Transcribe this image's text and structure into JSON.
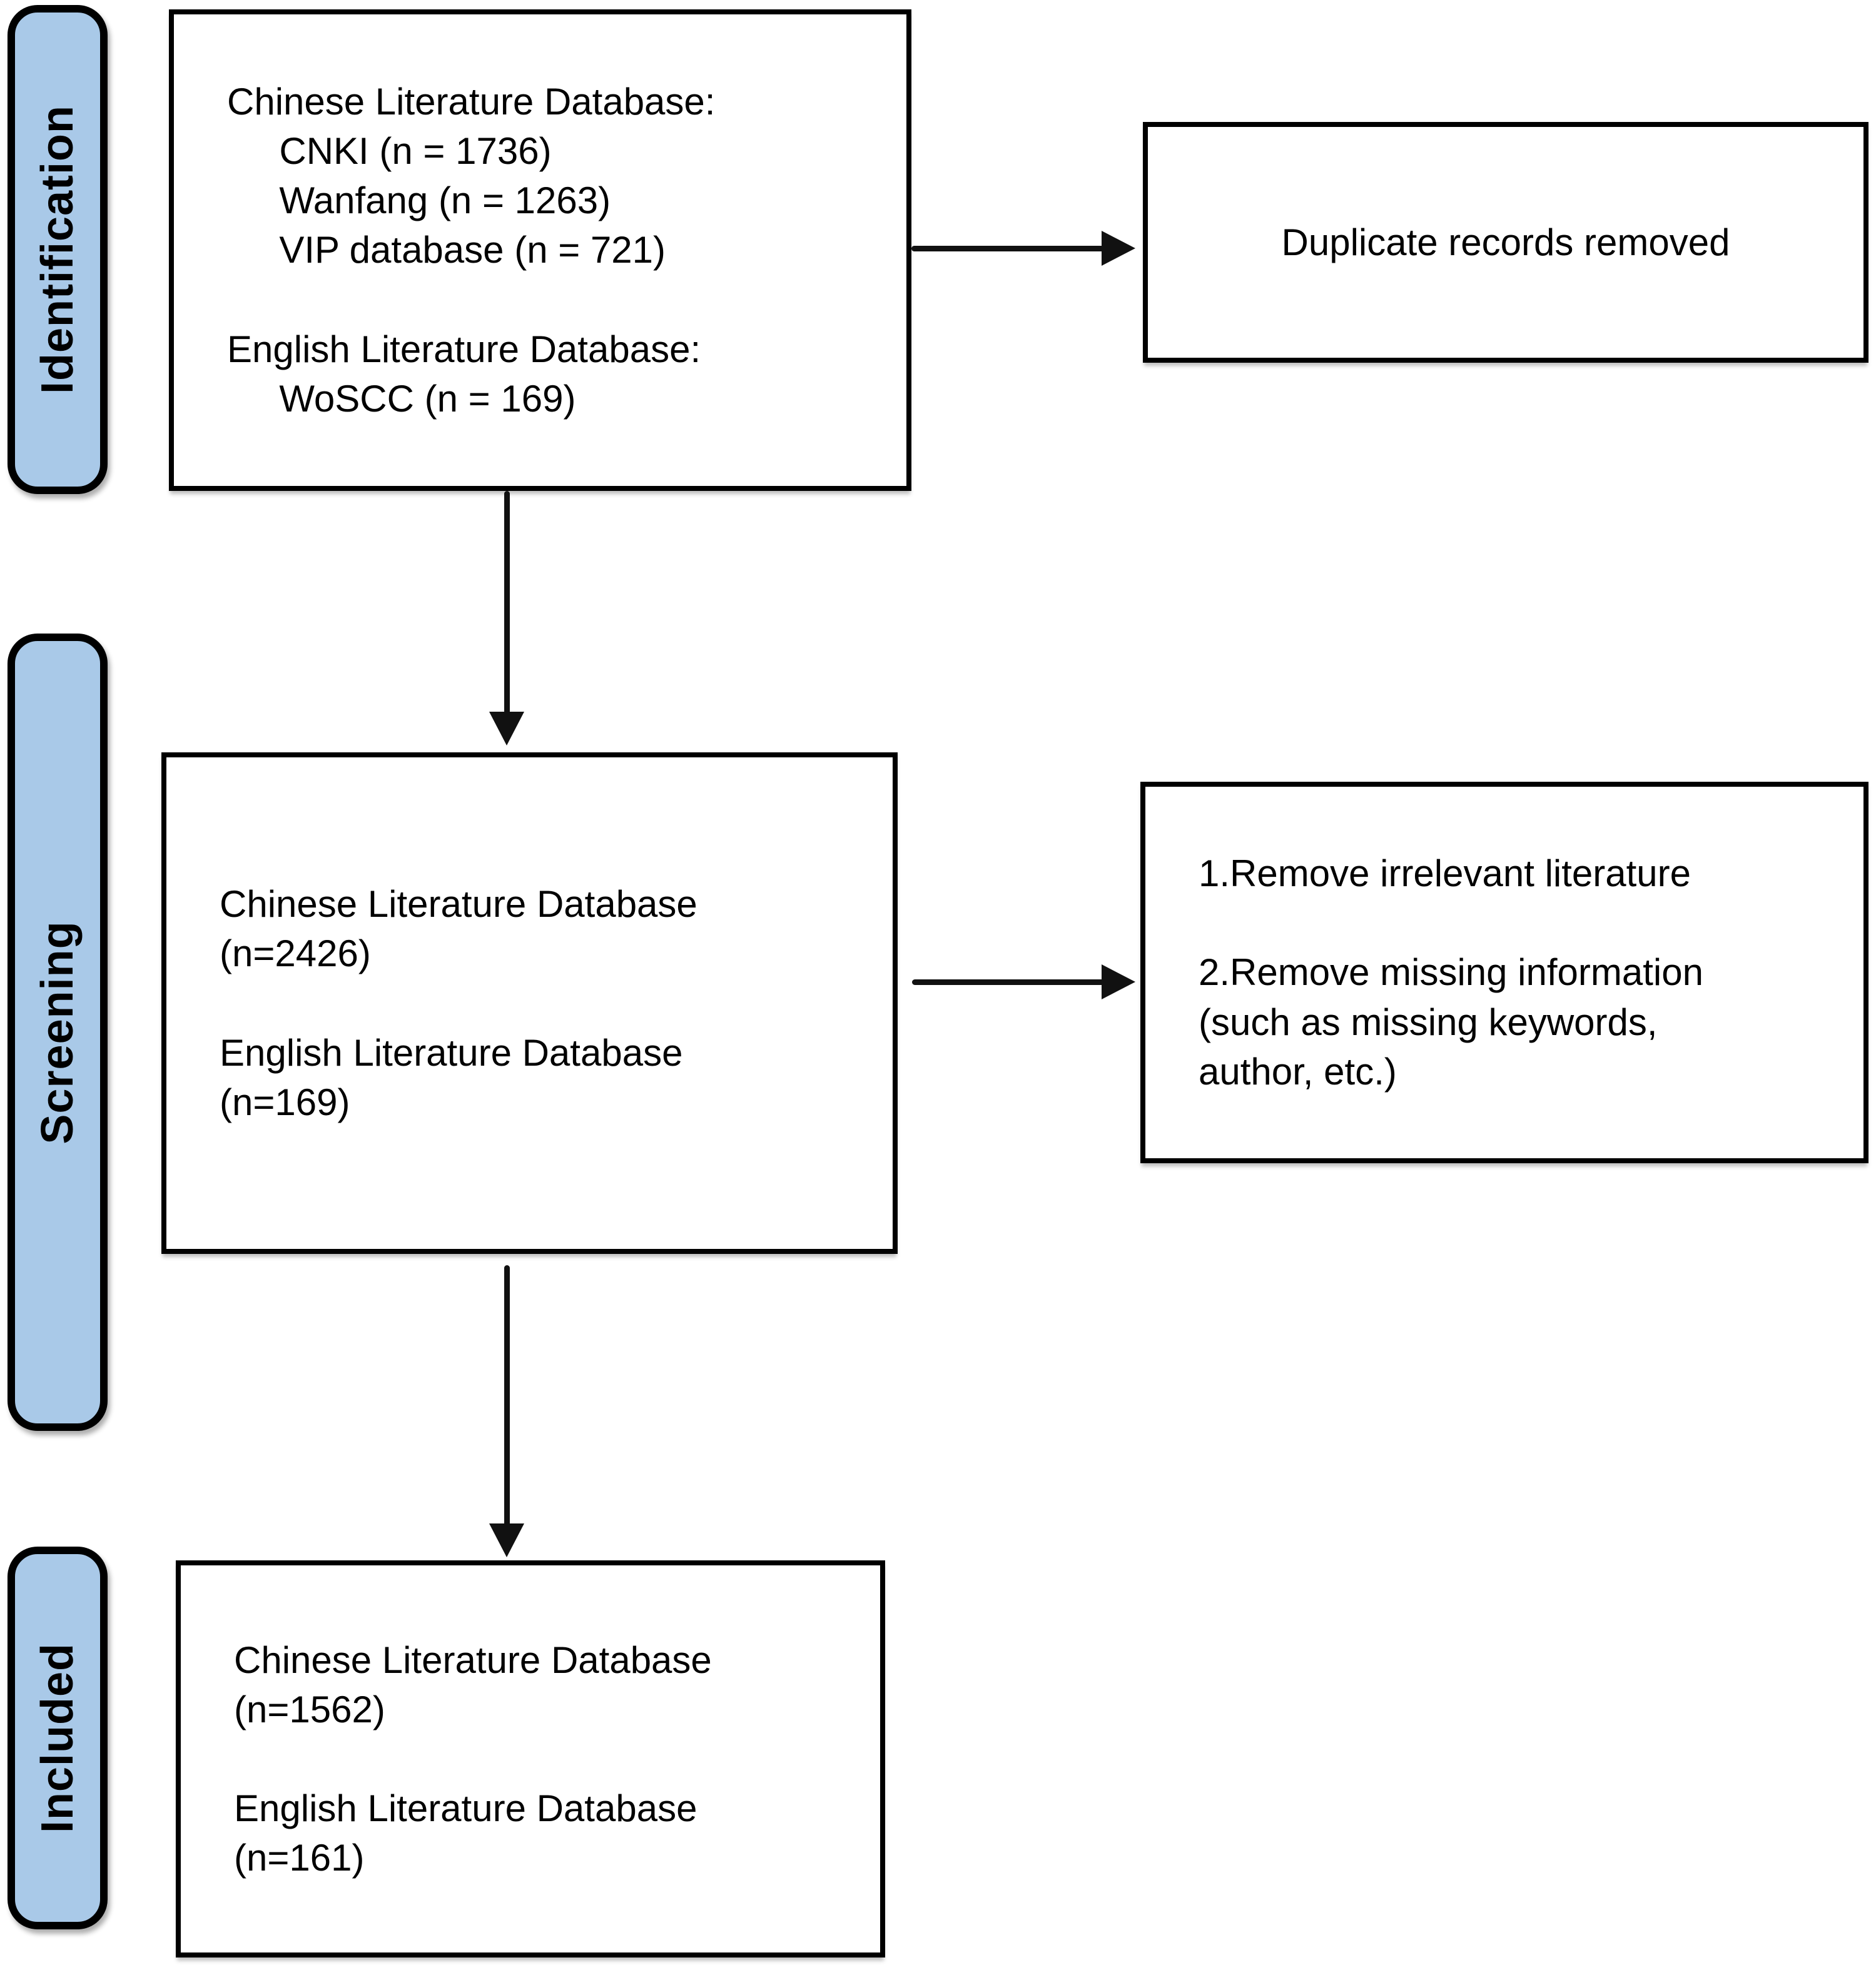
{
  "stages": [
    {
      "label": "Identification"
    },
    {
      "label": "Screening"
    },
    {
      "label": "Included"
    }
  ],
  "boxes": {
    "identification_sources": {
      "lines": [
        "Chinese Literature Database:",
        "     CNKI (n = 1736)",
        "     Wanfang (n = 1263)",
        "     VIP database (n = 721)",
        "",
        "English Literature Database:",
        "     WoSCC (n = 169)"
      ]
    },
    "duplicate_removed": {
      "label": "Duplicate records removed"
    },
    "screening_records": {
      "lines": [
        "Chinese Literature Database",
        "(n=2426)",
        "",
        "English Literature Database",
        "(n=169)"
      ]
    },
    "screening_exclusions": {
      "lines": [
        "1.Remove irrelevant literature",
        "",
        "2.Remove missing information",
        "(such as missing keywords,",
        "author, etc.)"
      ]
    },
    "included_records": {
      "lines": [
        "Chinese Literature Database",
        "(n=1562)",
        "",
        "English Literature Database",
        "(n=161)"
      ]
    }
  },
  "colors": {
    "stage_fill": "#A9C9E8",
    "stage_border": "#000000",
    "box_fill": "#FFFFFF",
    "box_border": "#000000",
    "arrow": "#111111",
    "text": "#000000",
    "background": "#FFFFFF"
  }
}
